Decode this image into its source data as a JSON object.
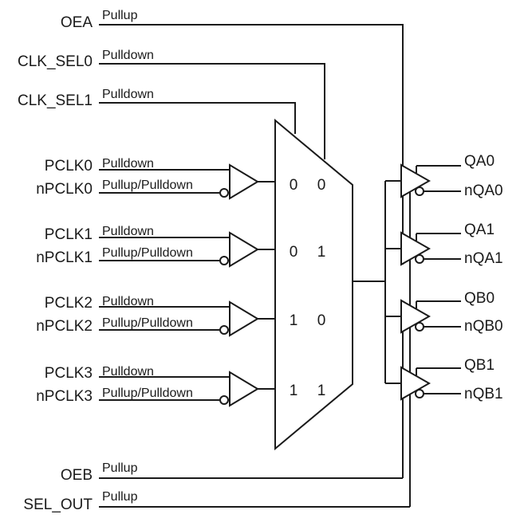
{
  "control_inputs": [
    {
      "pin": "OEA",
      "attr": "Pullup"
    },
    {
      "pin": "CLK_SEL0",
      "attr": "Pulldown"
    },
    {
      "pin": "CLK_SEL1",
      "attr": "Pulldown"
    }
  ],
  "clock_inputs": [
    {
      "pin": "PCLK0",
      "attr": "Pulldown",
      "npin": "nPCLK0",
      "nattr": "Pullup/Pulldown",
      "sel_a": "0",
      "sel_b": "0"
    },
    {
      "pin": "PCLK1",
      "attr": "Pulldown",
      "npin": "nPCLK1",
      "nattr": "Pullup/Pulldown",
      "sel_a": "0",
      "sel_b": "1"
    },
    {
      "pin": "PCLK2",
      "attr": "Pulldown",
      "npin": "nPCLK2",
      "nattr": "Pullup/Pulldown",
      "sel_a": "1",
      "sel_b": "0"
    },
    {
      "pin": "PCLK3",
      "attr": "Pulldown",
      "npin": "nPCLK3",
      "nattr": "Pullup/Pulldown",
      "sel_a": "1",
      "sel_b": "1"
    }
  ],
  "outputs": [
    {
      "q": "QA0",
      "nq": "nQA0"
    },
    {
      "q": "QA1",
      "nq": "nQA1"
    },
    {
      "q": "QB0",
      "nq": "nQB0"
    },
    {
      "q": "QB1",
      "nq": "nQB1"
    }
  ],
  "bottom_inputs": [
    {
      "pin": "OEB",
      "attr": "Pullup"
    },
    {
      "pin": "SEL_OUT",
      "attr": "Pullup"
    }
  ]
}
